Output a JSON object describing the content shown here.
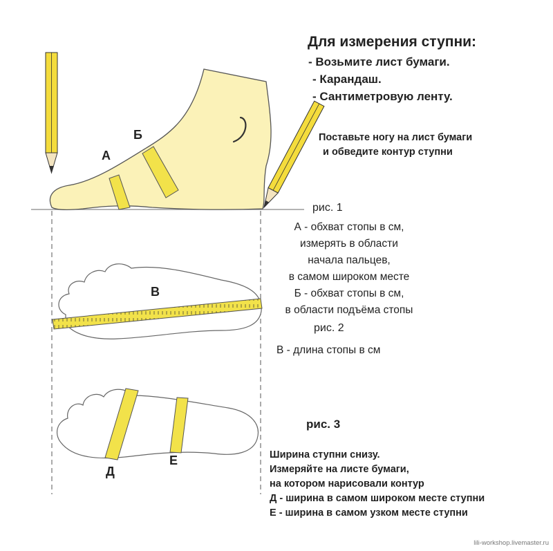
{
  "intro": {
    "title": "Для измерения ступни:",
    "items": [
      "- Возьмите лист бумаги.",
      "- Карандаш.",
      "- Сантиметровую ленту."
    ]
  },
  "instruction": {
    "line1": "Поставьте ногу на лист бумаги",
    "line2": "и обведите контур ступни"
  },
  "fig1": {
    "caption": "рис. 1",
    "letter_a": "А",
    "letter_b": "Б",
    "a_desc": [
      "А - обхват стопы в см,",
      "измерять в области",
      "начала пальцев,",
      "в самом широком месте"
    ],
    "b_desc": [
      "Б - обхват стопы в см,",
      "в области подъёма стопы"
    ]
  },
  "fig2": {
    "caption": "рис. 2",
    "letter_v": "В",
    "v_desc": "В - длина стопы в см"
  },
  "fig3": {
    "caption": "рис. 3",
    "letter_d": "Д",
    "letter_e": "Е",
    "lines": [
      "Ширина ступни снизу.",
      "Измеряйте на листе бумаги,",
      "на котором нарисовали контур",
      "Д - ширина в самом широком месте ступни",
      "Е - ширина в самом узком месте ступни"
    ]
  },
  "watermark": "lili-workshop.livemaster.ru",
  "colors": {
    "foot": "#fbf2b8",
    "tape": "#f2e24a",
    "outline": "#555555",
    "pencil": "#f4dc3c"
  }
}
